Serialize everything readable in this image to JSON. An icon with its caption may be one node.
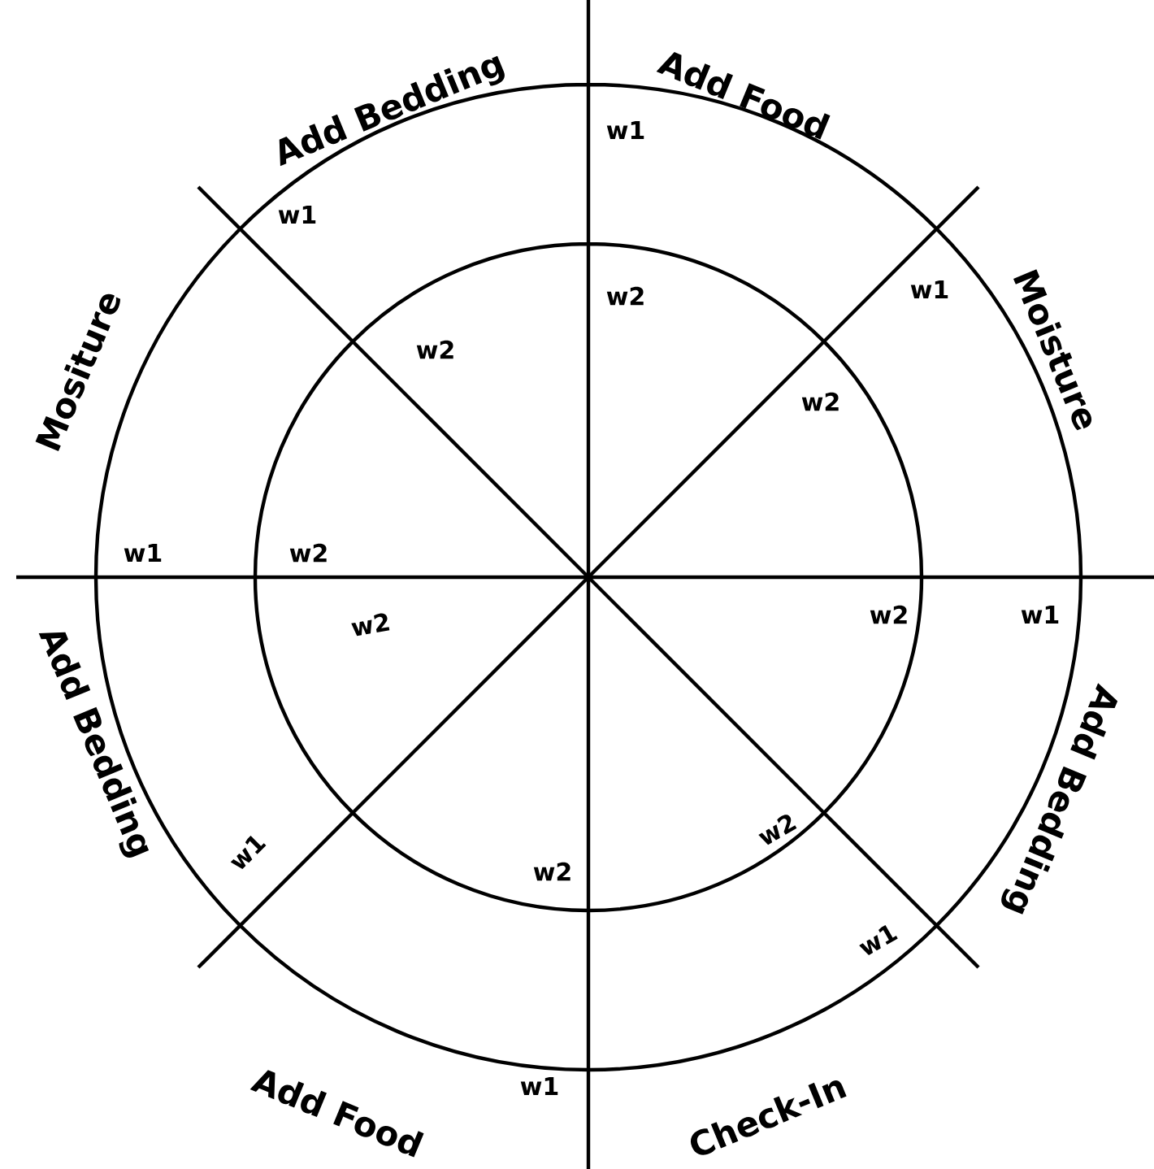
{
  "diagram": {
    "labels": [
      "Add Bedding",
      "Add Food",
      "w1",
      "w1",
      "w2",
      "w1",
      "Mositure",
      "Moisture",
      "w2",
      "w2",
      "w1",
      "w2",
      "w2",
      "w1",
      "w2",
      "Add Bedding",
      "Add Bedding",
      "w2",
      "w1",
      "w2",
      "w1",
      "w1",
      "Add Food",
      "Check-In"
    ]
  }
}
